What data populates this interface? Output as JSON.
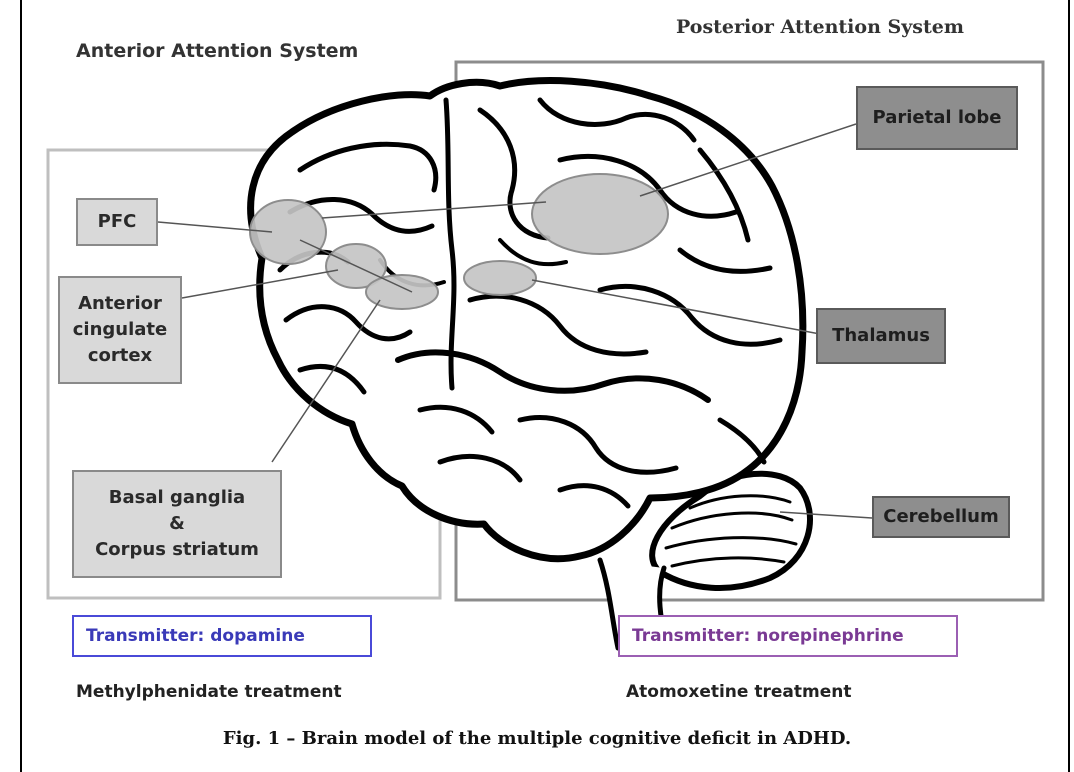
{
  "headings": {
    "anterior": "Anterior Attention System",
    "posterior": "Posterior Attention System"
  },
  "anterior_labels": {
    "pfc": "PFC",
    "acc": [
      "Anterior",
      "cingulate",
      "cortex"
    ],
    "basal": [
      "Basal ganglia",
      "&",
      "Corpus striatum"
    ]
  },
  "posterior_labels": {
    "parietal": "Parietal lobe",
    "thalamus": "Thalamus",
    "cerebellum": "Cerebellum"
  },
  "transmitters": {
    "left": "Transmitter: dopamine",
    "right": "Transmitter: norepinephrine"
  },
  "treatments": {
    "left": "Methylphenidate treatment",
    "right": "Atomoxetine treatment"
  },
  "caption": "Fig. 1 – Brain model of the multiple cognitive deficit in ADHD.",
  "colors": {
    "dopamine_border": "#4a4ad8",
    "dopamine_text": "#3a3ab8",
    "norepinephrine_border": "#9b5fb3",
    "norepinephrine_text": "#7a3a94",
    "region_fill": "#c4c4c4",
    "region_stroke": "#8d8d8d",
    "anterior_frame": "#bfbfbf",
    "posterior_frame": "#8c8c8c"
  }
}
